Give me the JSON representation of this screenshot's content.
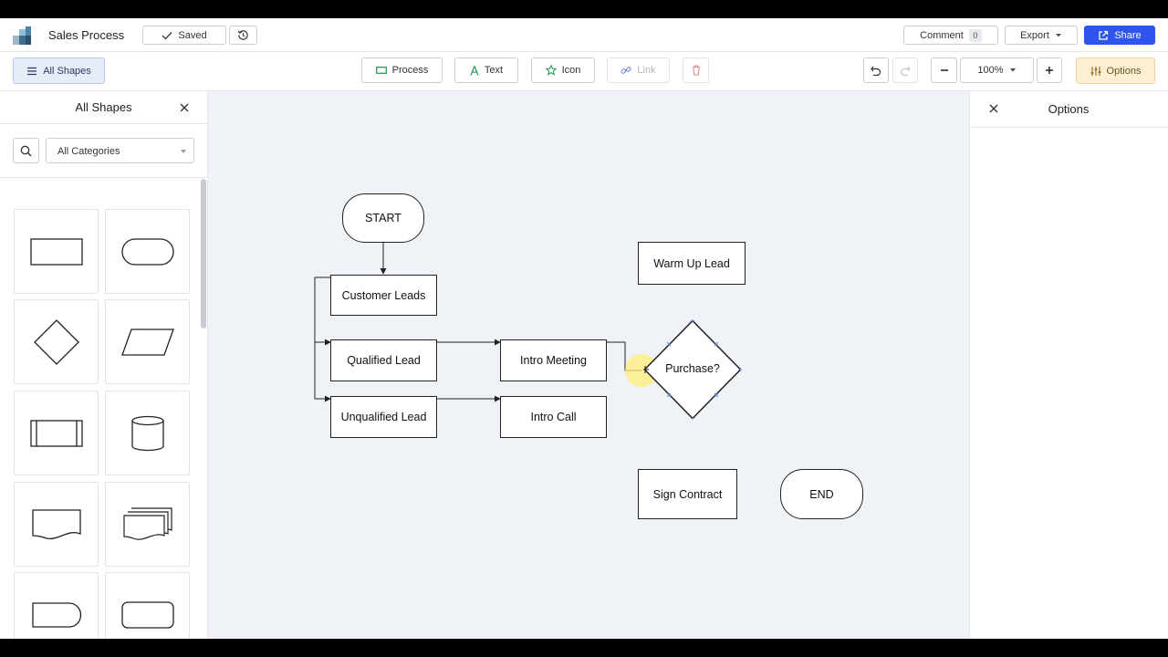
{
  "header": {
    "title": "Sales Process",
    "saved_label": "Saved",
    "comment_label": "Comment",
    "comment_count": "0",
    "export_label": "Export",
    "share_label": "Share"
  },
  "toolbar": {
    "all_shapes_label": "All Shapes",
    "process_label": "Process",
    "text_label": "Text",
    "icon_label": "Icon",
    "link_label": "Link",
    "zoom_value": "100%",
    "options_label": "Options"
  },
  "left_panel": {
    "title": "All Shapes",
    "category": "All Categories",
    "shapes": [
      "rectangle",
      "terminal",
      "decision",
      "data",
      "predefined-process",
      "database",
      "document",
      "multi-document",
      "delay",
      "rounded-rectangle"
    ]
  },
  "canvas": {
    "nodes": {
      "start": "START",
      "customer_leads": "Customer Leads",
      "qualified_lead": "Qualified Lead",
      "unqualified_lead": "Unqualified Lead",
      "intro_meeting": "Intro Meeting",
      "intro_call": "Intro Call",
      "purchase": "Purchase?",
      "warm_up_lead": "Warm Up Lead",
      "sign_contract": "Sign Contract",
      "end": "END"
    }
  },
  "right_panel": {
    "title": "Options"
  },
  "colors": {
    "accent": "#2f54eb",
    "options_bg": "#fdf0d2",
    "canvas_bg": "#eff2f6",
    "highlight": "#ffee78"
  }
}
